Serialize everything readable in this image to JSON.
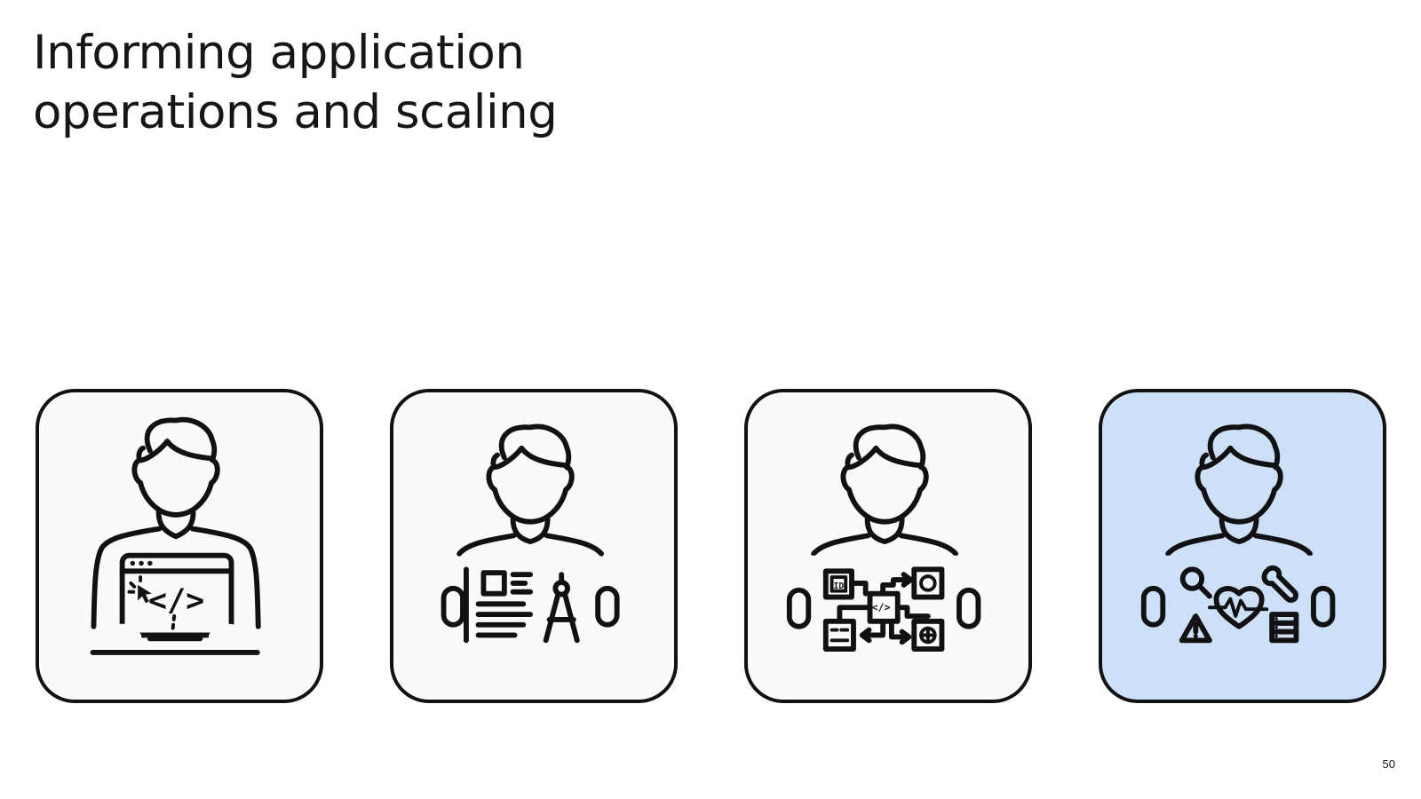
{
  "slide": {
    "title_line1": "Informing application",
    "title_line2": "operations and scaling",
    "page_number": "50"
  },
  "cards": [
    {
      "icon": "developer-coding-icon",
      "highlighted": false
    },
    {
      "icon": "designer-blueprint-icon",
      "highlighted": false
    },
    {
      "icon": "architect-diagram-icon",
      "highlighted": false
    },
    {
      "icon": "operations-monitoring-icon",
      "highlighted": true
    }
  ],
  "colors": {
    "card_background": "#fafafa",
    "card_highlight": "#cce1f8",
    "outline": "#111111",
    "text": "#161616"
  },
  "icon_text": {
    "code_tag": "</>",
    "id_label": "ID"
  }
}
